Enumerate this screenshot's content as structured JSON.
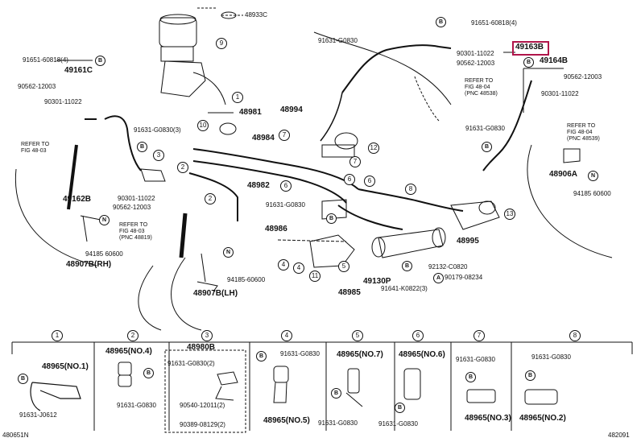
{
  "labels": {
    "p48933c": "48933C",
    "p91651_top_right": "91651-60818(4)",
    "p91631_g0830_top": "91631-G0830",
    "p90301_11022_top": "90301-11022",
    "p90562_12003_top": "90562-12003",
    "p49163b": "49163B",
    "p49164b": "49164B",
    "p90562_12003_right": "90562-12003",
    "p90301_11022_right": "90301-11022",
    "p91631_g0830_right": "91631-G0830",
    "refer_top_a": "REFER TO",
    "refer_top_b": "FIG 48-04",
    "refer_top_c": "(PNC 48538)",
    "refer_right_a": "REFER TO",
    "refer_right_b": "FIG 48-04",
    "refer_right_c": "(PNC 48539)",
    "p48906a": "48906A",
    "p94185_right": "94185  60600",
    "p91651_left": "91651-60818(4)",
    "p49161c": "49161C",
    "p90562_12003_left": "90562-12003",
    "p90301_11022_left": "90301-11022",
    "refer_left_a": "REFER TO",
    "refer_left_b": "FIG 48-03",
    "p91631_g0830_3": "91631-G0830(3)",
    "p48981": "48981",
    "p48994": "48994",
    "p48984": "48984",
    "p48982": "48982",
    "p49162b": "49162B",
    "p90301_11022_mid": "90301-11022",
    "p90562_12003_mid": "90562-12003",
    "refer_mid_a": "REFER TO",
    "refer_mid_b": "FIG 48-03",
    "refer_mid_c": "(PNC 48819)",
    "p94185_left": "94185  60600",
    "p48907b_rh": "48907B(RH)",
    "p91631_g0830_center": "91631-G0830",
    "p48986": "48986",
    "p48995": "48995",
    "p92132": "92132-C0820",
    "p90179": "90179-08234",
    "p49130p": "49130P",
    "p91641": "91641-K0822(3)",
    "p48985": "48985",
    "p94185_center": "94185-60600",
    "p48907b_lh": "48907B(LH)",
    "bottom_left_code": "480651N",
    "bottom_right_code": "482091"
  },
  "callouts": [
    "1",
    "2",
    "3",
    "4",
    "5",
    "6",
    "7",
    "8",
    "9",
    "10",
    "11",
    "12",
    "13"
  ],
  "bolt_marks": [
    "A",
    "B",
    "N"
  ],
  "detail_boxes": {
    "box1": {
      "num": "1",
      "part": "48965(NO.1)",
      "bolt": "91631-J0612"
    },
    "box2": {
      "num": "2",
      "part": "48965(NO.4)",
      "bolt": "91631-G0830"
    },
    "box3": {
      "num": "3",
      "part": "48980B",
      "bolt_a": "91631-G0830(2)",
      "bolt_b": "90540-12011(2)",
      "bolt_c": "90389-08129(2)"
    },
    "box4": {
      "num": "4",
      "bolt": "91631-G0830",
      "part": "48965(NO.5)"
    },
    "box5": {
      "num": "5",
      "part": "48965(NO.7)",
      "bolt": "91631-G0830"
    },
    "box6": {
      "num": "6",
      "part": "48965(NO.6)",
      "bolt": "91631-G0830"
    },
    "box7": {
      "num": "7",
      "bolt": "91631-G0830",
      "part": "48965(NO.3)"
    },
    "box8": {
      "num": "8",
      "bolt": "91631-G0830",
      "part": "48965(NO.2)"
    }
  }
}
